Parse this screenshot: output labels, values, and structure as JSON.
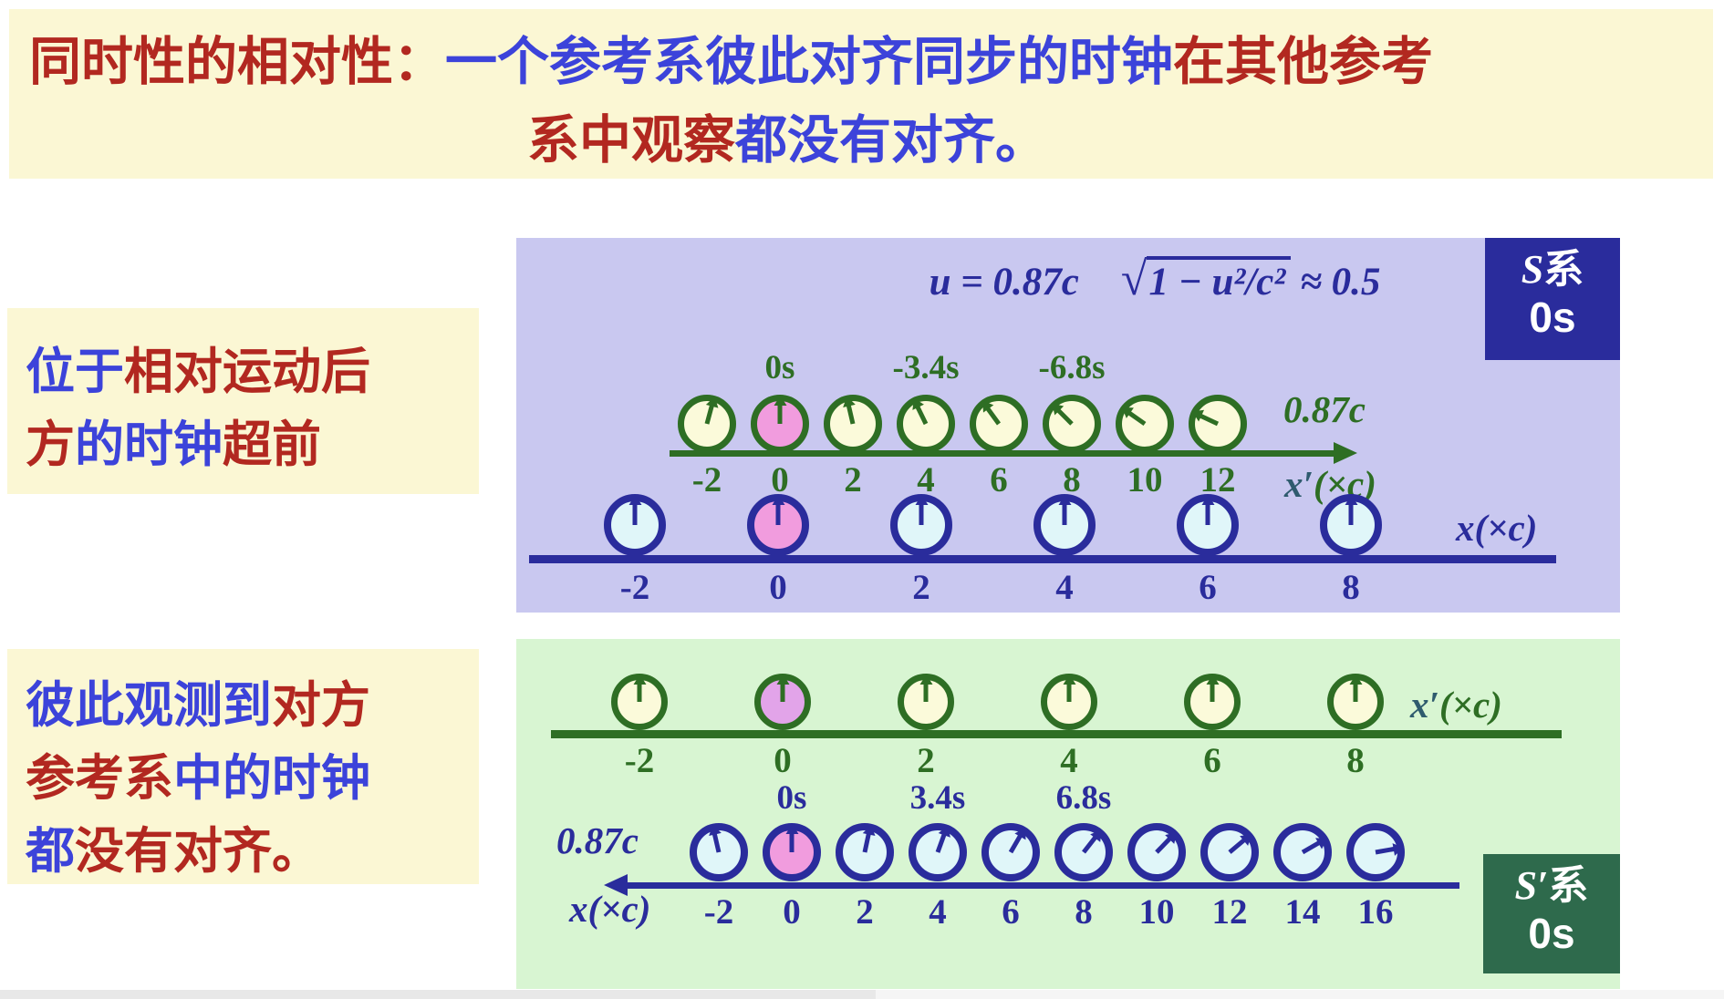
{
  "colors": {
    "cream": "#FBF7D4",
    "red": "#B22820",
    "blue": "#3C43DA",
    "panel_s_bg": "#C9C8F0",
    "navy": "#2A2C9C",
    "panel_sp_bg": "#D8F5D2",
    "green": "#2E6E24",
    "badge_sp_bg": "#2E6A4C",
    "clock_yellow": "#FBFADA",
    "clock_cyan": "#E0F6F9",
    "pink": "#F19CDE",
    "violet": "#E2A4E9",
    "axis_prime": "#2F5B6E"
  },
  "banner": {
    "line1": [
      {
        "t": "同时性的相对性：",
        "c": "red"
      },
      {
        "t": "一个参考系彼此对齐同步的时钟",
        "c": "blue"
      },
      {
        "t": "在其他参考",
        "c": "red"
      }
    ],
    "line2": [
      {
        "t": "系中观察",
        "c": "red"
      },
      {
        "t": "都没有对齐。",
        "c": "blue"
      }
    ]
  },
  "notes": {
    "rear_clock": {
      "lines": [
        [
          {
            "t": "位于",
            "c": "blue"
          },
          {
            "t": "相对运动后",
            "c": "red"
          }
        ],
        [
          {
            "t": "方",
            "c": "red"
          },
          {
            "t": "的时钟",
            "c": "blue"
          },
          {
            "t": "超前",
            "c": "red"
          }
        ]
      ]
    },
    "mutual": {
      "lines": [
        [
          {
            "t": "彼此观测到",
            "c": "blue"
          },
          {
            "t": "对方",
            "c": "red"
          }
        ],
        [
          {
            "t": "参考系",
            "c": "red"
          },
          {
            "t": "中的时钟",
            "c": "blue"
          }
        ],
        [
          {
            "t": "都",
            "c": "blue"
          },
          {
            "t": "没有对齐。",
            "c": "red"
          }
        ]
      ]
    }
  },
  "s_frame": {
    "formula": {
      "pre": "u = 0.87c",
      "radicand": "1 − u²/c²",
      "post": "≈ 0.5"
    },
    "badge": {
      "letter": "S",
      "suffix": "系",
      "time": "0s"
    },
    "moving_row": {
      "speed_label": "0.87c",
      "time_labels": [
        {
          "text": "0s",
          "x": 0
        },
        {
          "text": "-3.4s",
          "x": 4
        },
        {
          "text": "-6.8s",
          "x": 8
        }
      ],
      "axis_label": {
        "prime": "x′",
        "unit": "(×c)"
      },
      "ticks": [
        -2,
        0,
        2,
        4,
        6,
        8,
        10,
        12
      ],
      "clocks": [
        {
          "x": -2,
          "angle": 15
        },
        {
          "x": 0,
          "angle": 0,
          "highlight": true
        },
        {
          "x": 2,
          "angle": -13
        },
        {
          "x": 4,
          "angle": -26
        },
        {
          "x": 6,
          "angle": -36
        },
        {
          "x": 8,
          "angle": -45
        },
        {
          "x": 10,
          "angle": -55
        },
        {
          "x": 12,
          "angle": -65
        }
      ]
    },
    "rest_row": {
      "axis_label": {
        "plain": "x(×c)"
      },
      "ticks": [
        -2,
        0,
        2,
        4,
        6,
        8
      ],
      "clocks": [
        {
          "x": -2,
          "angle": 0
        },
        {
          "x": 0,
          "angle": 0,
          "highlight": true
        },
        {
          "x": 2,
          "angle": 0
        },
        {
          "x": 4,
          "angle": 0
        },
        {
          "x": 6,
          "angle": 0
        },
        {
          "x": 8,
          "angle": 0
        }
      ]
    }
  },
  "sp_frame": {
    "badge": {
      "letter": "S′",
      "suffix": "系",
      "time": "0s"
    },
    "rest_row": {
      "axis_label": {
        "prime": "x′",
        "unit": "(×c)"
      },
      "ticks": [
        -2,
        0,
        2,
        4,
        6,
        8
      ],
      "clocks": [
        {
          "x": -2,
          "angle": 0
        },
        {
          "x": 0,
          "angle": 0,
          "highlight": true
        },
        {
          "x": 2,
          "angle": 0
        },
        {
          "x": 4,
          "angle": 0
        },
        {
          "x": 6,
          "angle": 0
        },
        {
          "x": 8,
          "angle": 0
        }
      ]
    },
    "moving_row": {
      "speed_label": "0.87c",
      "time_labels": [
        {
          "text": "0s",
          "x": 0
        },
        {
          "text": "3.4s",
          "x": 4
        },
        {
          "text": "6.8s",
          "x": 8
        }
      ],
      "axis_label": {
        "plain": "x(×c)"
      },
      "ticks": [
        -2,
        0,
        2,
        4,
        6,
        8,
        10,
        12,
        14,
        16
      ],
      "clocks": [
        {
          "x": -2,
          "angle": -13
        },
        {
          "x": 0,
          "angle": 0,
          "highlight": true
        },
        {
          "x": 2,
          "angle": 12
        },
        {
          "x": 4,
          "angle": 20
        },
        {
          "x": 6,
          "angle": 30
        },
        {
          "x": 8,
          "angle": 38
        },
        {
          "x": 10,
          "angle": 44
        },
        {
          "x": 12,
          "angle": 50
        },
        {
          "x": 14,
          "angle": 60
        },
        {
          "x": 16,
          "angle": 80
        }
      ]
    }
  }
}
